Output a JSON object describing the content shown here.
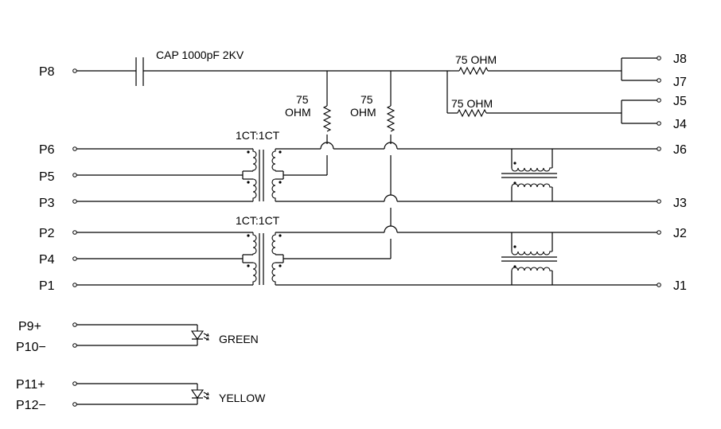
{
  "pins_left": {
    "p8": "P8",
    "p6": "P6",
    "p5": "P5",
    "p3": "P3",
    "p2": "P2",
    "p4": "P4",
    "p1": "P1",
    "p9": "P9+",
    "p10": "P10−",
    "p11": "P11+",
    "p12": "P12−"
  },
  "pins_right": {
    "j8": "J8",
    "j7": "J7",
    "j5": "J5",
    "j4": "J4",
    "j6": "J6",
    "j3": "J3",
    "j2": "J2",
    "j1": "J1"
  },
  "components": {
    "capacitor": "CAP 1000pF 2KV",
    "res_top_1": "75 OHM",
    "res_top_2": "75 OHM",
    "res_v1_a": "75",
    "res_v1_b": "OHM",
    "res_v2_a": "75",
    "res_v2_b": "OHM",
    "xfmr_1": "1CT:1CT",
    "xfmr_2": "1CT:1CT",
    "led_green": "GREEN",
    "led_yellow": "YELLOW"
  }
}
